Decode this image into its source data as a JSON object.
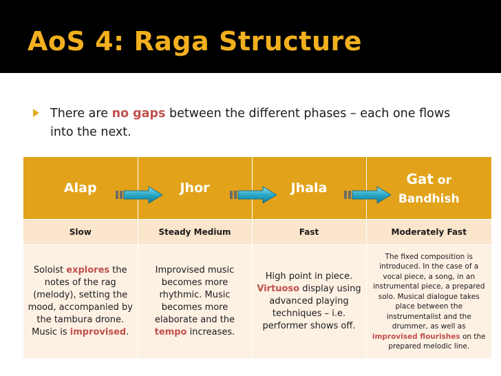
{
  "slide": {
    "title": "AoS 4: Raga Structure"
  },
  "bullet": {
    "pre": "There are ",
    "highlight": "no gaps",
    "post": " between the different phases – each one flows into the next."
  },
  "table": {
    "headers": {
      "alap": "Alap",
      "jhor": "Jhor",
      "jhala": "Jhala",
      "gat": "Gat",
      "gat_or": " or",
      "bandhish": "Bandhish"
    },
    "speeds": [
      "Slow",
      "Steady Medium",
      "Fast",
      "Moderately Fast"
    ],
    "desc": {
      "alap_1": "Soloist ",
      "alap_hl1": "explores",
      "alap_2": " the notes of the rag (melody), setting the mood, accompanied by the tambura drone. Music is ",
      "alap_hl2": "improvised",
      "alap_3": ".",
      "jhor_1": "Improvised music becomes more rhythmic. Music becomes more elaborate and the ",
      "jhor_hl": "tempo",
      "jhor_2": " increases.",
      "jhala_1": "High point in piece. ",
      "jhala_hl": "Virtuoso",
      "jhala_2": " display using advanced playing techniques – i.e. performer shows off.",
      "gat_1": "The fixed composition is introduced. In the case of a vocal piece, a song, in an instrumental piece, a prepared solo. Musical dialogue takes place between the instrumentalist and the drummer, as well as ",
      "gat_hl": "improvised flourishes",
      "gat_2": " on the prepared melodic line."
    }
  },
  "colors": {
    "title": "#f2b01e",
    "header_bg": "#e2a31a",
    "accent": "#c0504d",
    "arrow": "#2aa8c7"
  }
}
